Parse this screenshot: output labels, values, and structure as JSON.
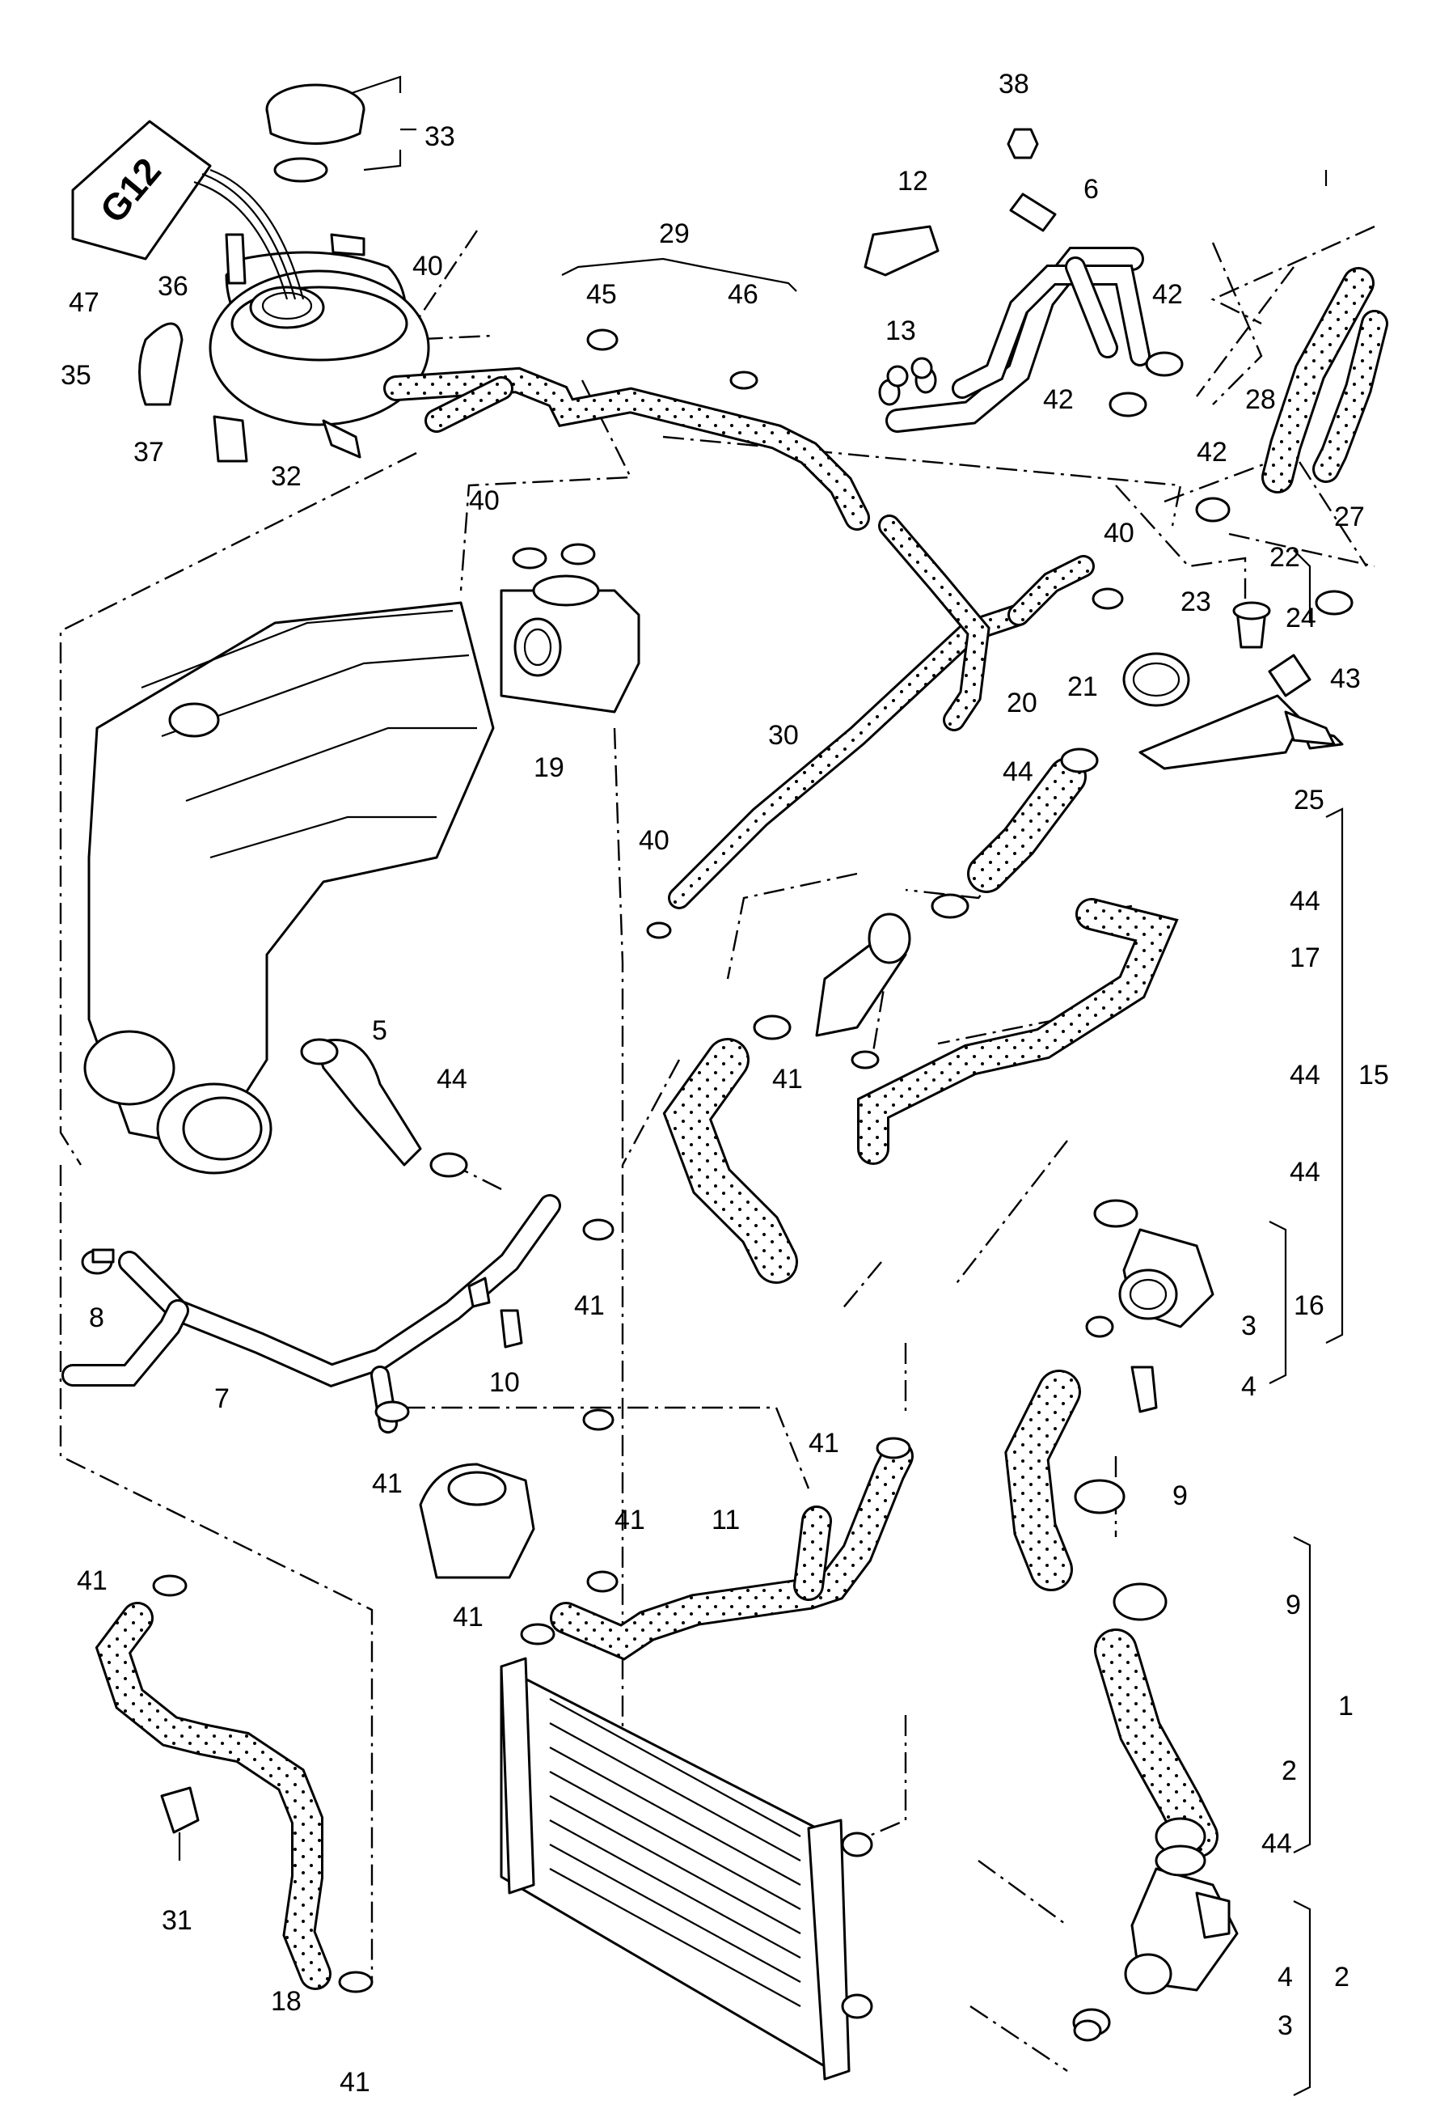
{
  "callouts": [
    "1",
    "2",
    "3",
    "4",
    "5",
    "6",
    "7",
    "8",
    "9",
    "10",
    "11",
    "12",
    "13",
    "15",
    "16",
    "17",
    "18",
    "19",
    "20",
    "21",
    "22",
    "23",
    "24",
    "25",
    "27",
    "28",
    "29",
    "30",
    "31",
    "32",
    "33",
    "35",
    "36",
    "37",
    "38",
    "40",
    "41",
    "42",
    "43",
    "44",
    "45",
    "46",
    "47"
  ],
  "stamp": "G12",
  "colors": {
    "ink": "#000000",
    "paper": "#ffffff"
  }
}
